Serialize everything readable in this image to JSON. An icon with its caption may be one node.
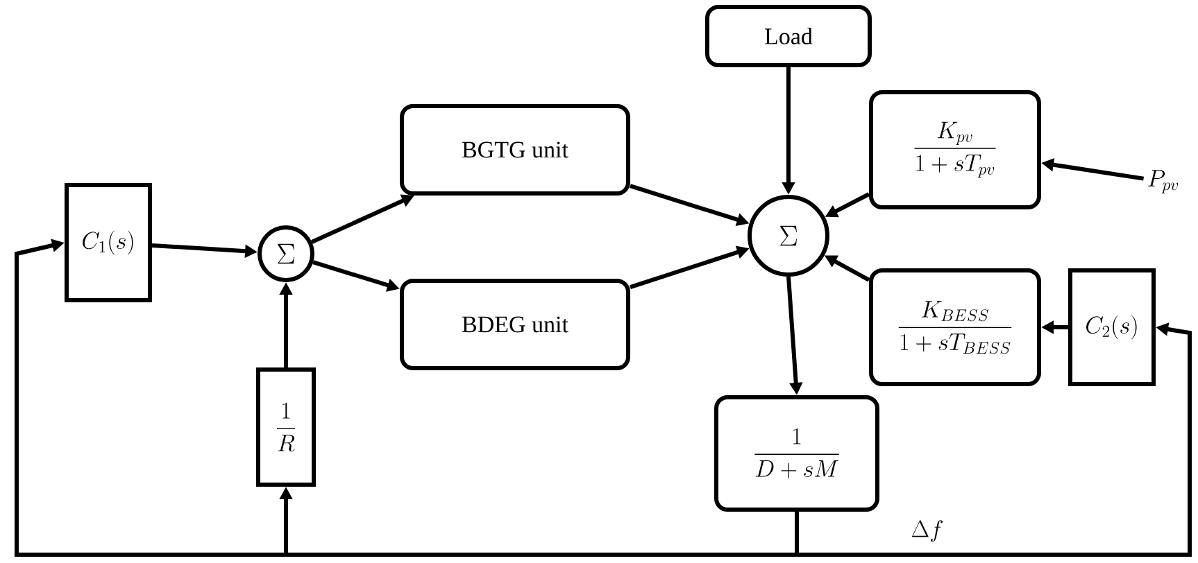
{
  "diagram": {
    "nodes": [
      {
        "text": [
          "C_1(s)"
        ]
      },
      {
        "text": [
          "\\Sigma"
        ]
      },
      {
        "text": [
          "BGTG unit"
        ]
      },
      {
        "text": [
          "BDEG unit"
        ]
      },
      {
        "text": [
          "Load"
        ]
      },
      {
        "text": [
          "\\Sigma"
        ]
      },
      {
        "text": [
          "\\frac{K_{pv}}{1+sT_{pv}}"
        ]
      },
      {
        "text": [
          "\\frac{K_{BESS}}{1+sT_{BESS}}"
        ]
      },
      {
        "text": [
          "C_2(s)"
        ]
      },
      {
        "text": [
          "\\frac{1}{D+sM}"
        ]
      },
      {
        "text": [
          "\\frac{1}{R}"
        ]
      },
      {
        "text": [
          "P_{pv}"
        ]
      }
    ],
    "edges": [
      {
        "from": 0,
        "to": 1,
        "arrow": "to"
      },
      {
        "from": 1,
        "to": 2,
        "arrow": "to"
      },
      {
        "from": 1,
        "to": 3,
        "arrow": "to"
      },
      {
        "from": 2,
        "to": 5,
        "arrow": "to"
      },
      {
        "from": 3,
        "to": 5,
        "arrow": "to"
      },
      {
        "from": 4,
        "to": 5,
        "arrow": "to"
      },
      {
        "from": 6,
        "to": 5,
        "arrow": "to"
      },
      {
        "from": 7,
        "to": 5,
        "arrow": "to"
      },
      {
        "from": 5,
        "to": 9,
        "arrow": "to"
      },
      {
        "from": 11,
        "to": 6,
        "arrow": "to"
      },
      {
        "from": 8,
        "to": 7,
        "arrow": "to"
      },
      {
        "from": 9,
        "to": 0,
        "arrow": "to"
      },
      {
        "from": 9,
        "to": 10,
        "arrow": "to"
      },
      {
        "from": 9,
        "to": 8,
        "arrow": "to"
      },
      {
        "from": 10,
        "to": 1,
        "arrow": "to"
      }
    ],
    "labels": [
      "\\Delta f"
    ]
  }
}
